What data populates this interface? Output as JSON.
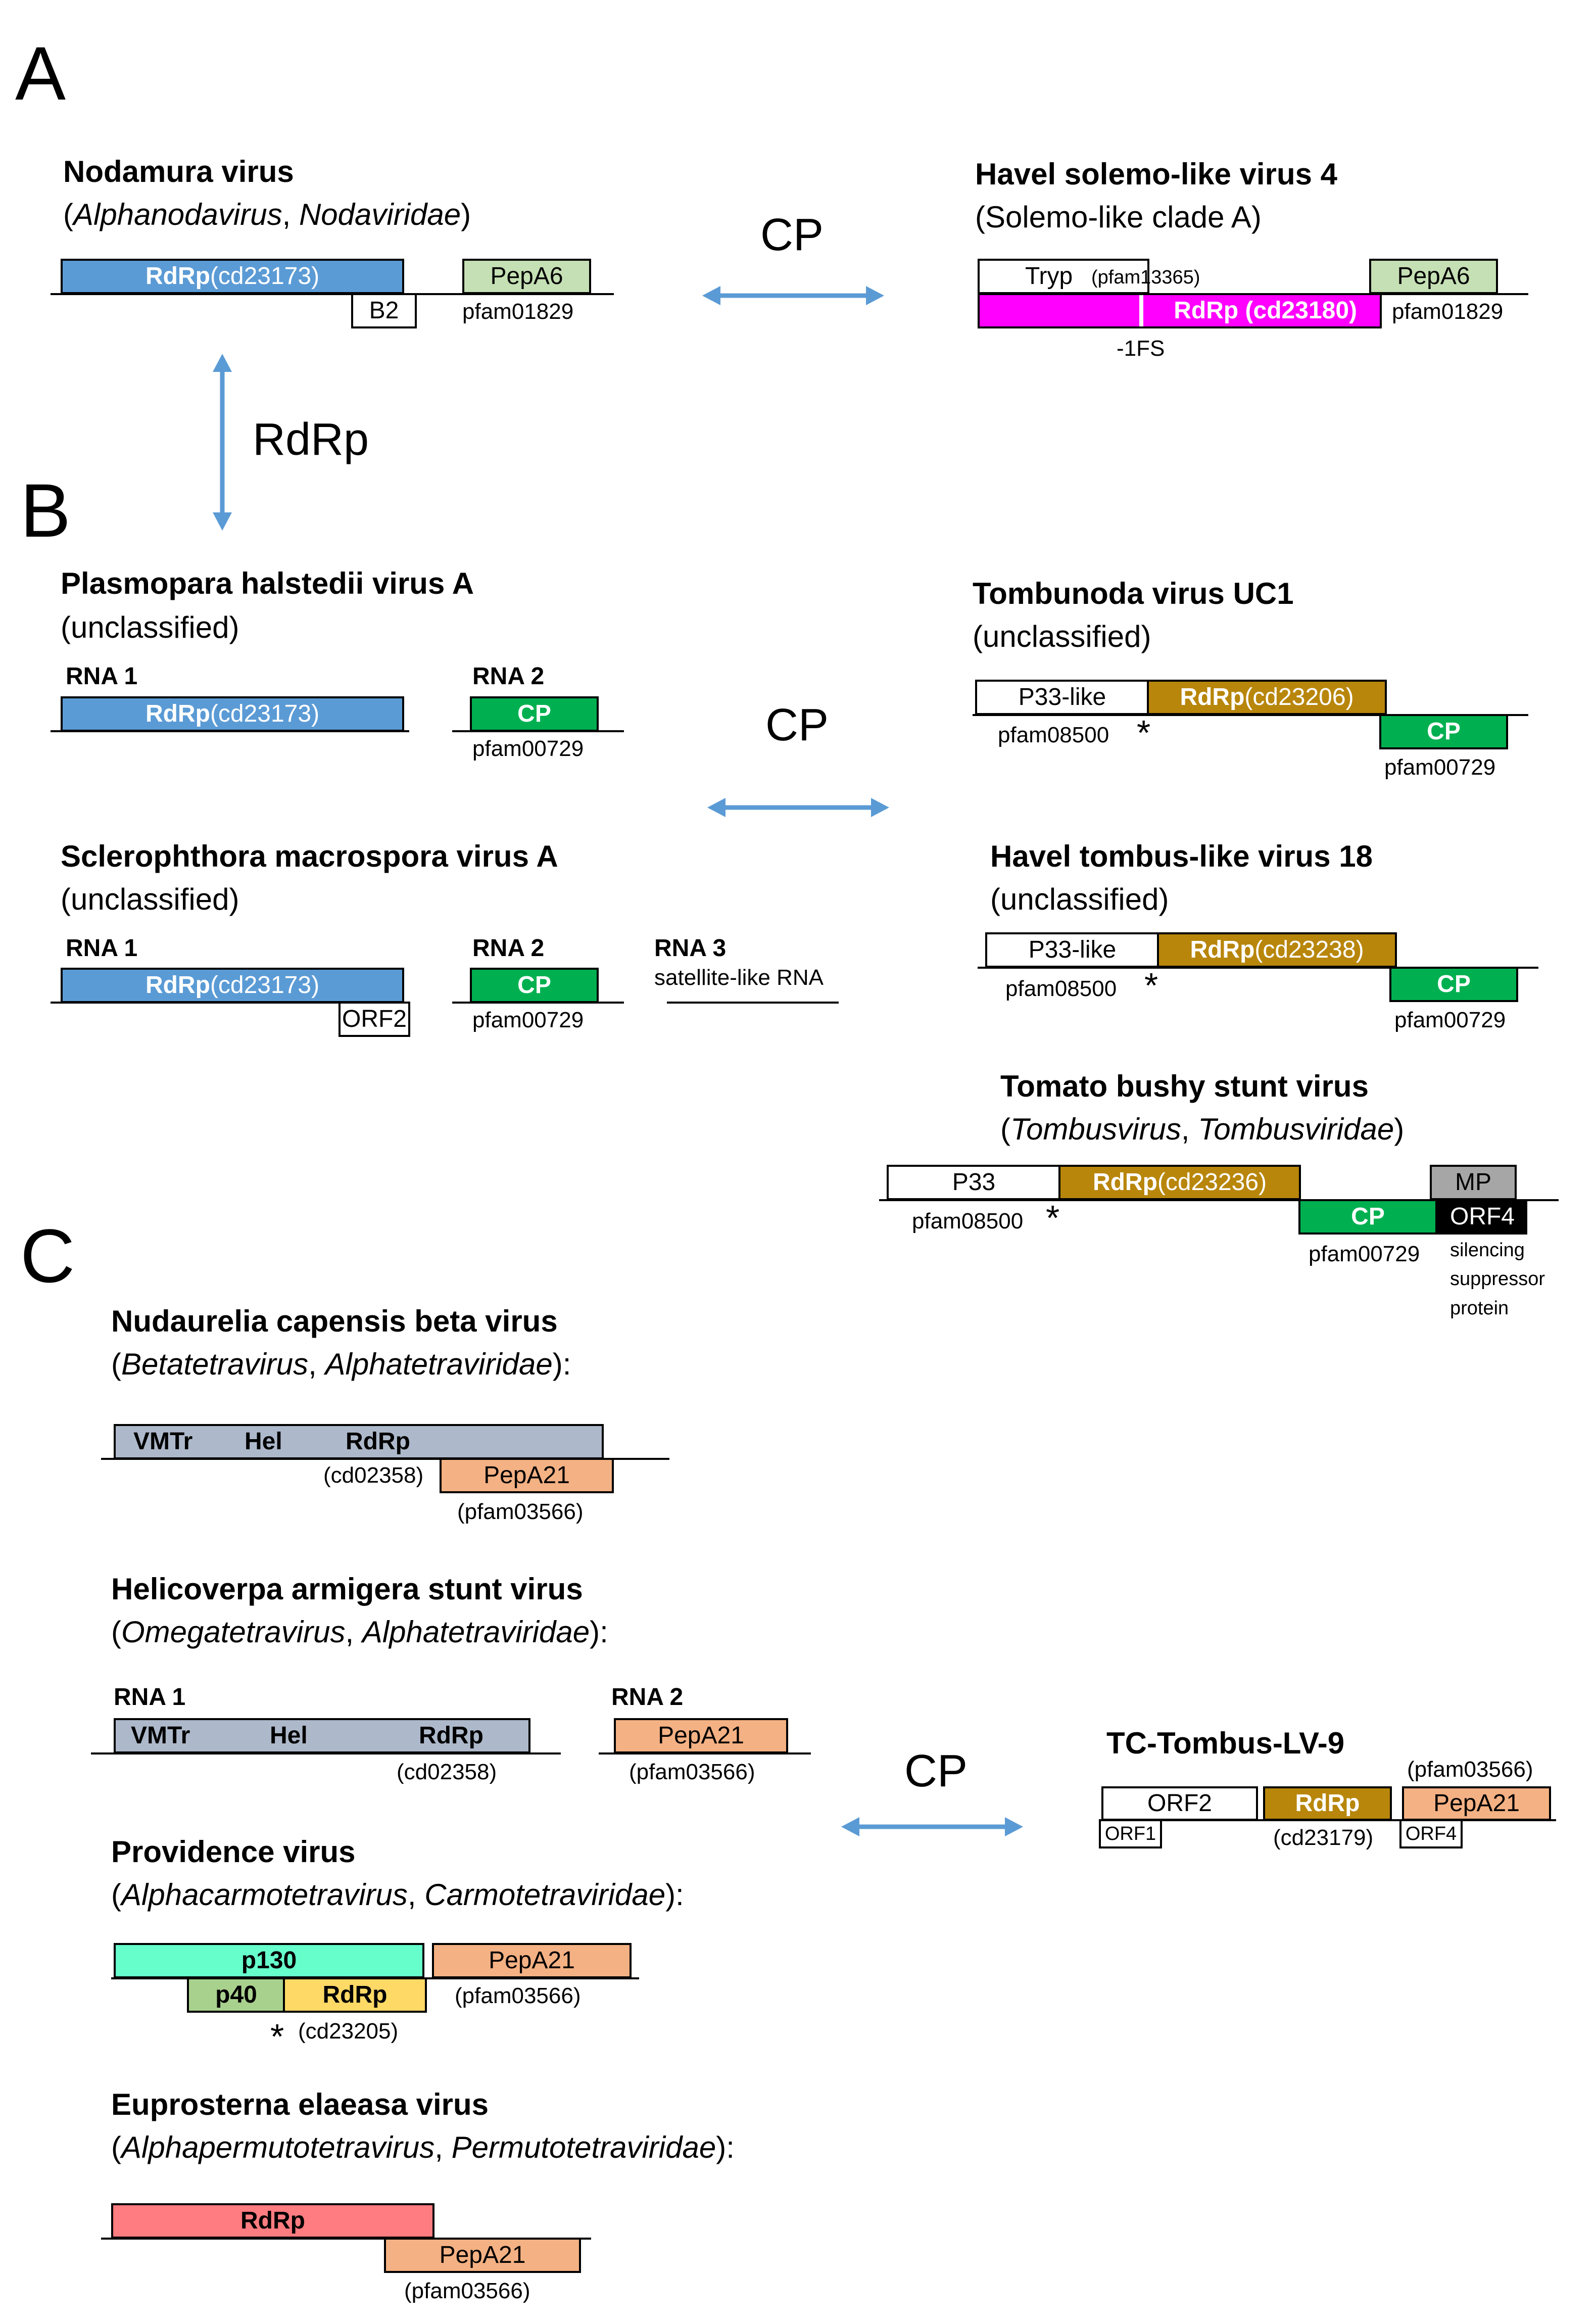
{
  "panels": {
    "a": "A",
    "b": "B",
    "c": "C"
  },
  "arrows": {
    "cp": "CP",
    "rdrp": "RdRp"
  },
  "colors": {
    "rdrp_blue": "#5b9bd5",
    "cp_green": "#00b050",
    "pepA6": "#c5e0b4",
    "magenta": "#ff00ff",
    "gold": "#b8860b",
    "grey": "#a6a6a6",
    "slate": "#adb9ca",
    "salmon": "#f4b183",
    "aquamarine": "#66ffcc",
    "olive_green": "#a9d18e",
    "yellow": "#ffd966",
    "red": "#ff7c80",
    "arrow": "#5b9bd5"
  },
  "panel_a": {
    "nodamura": {
      "name": "Nodamura virus",
      "tax_1": "(",
      "tax_genus": "Alphanodavirus",
      "tax_sep": ", ",
      "tax_family": "Nodaviridae",
      "tax_2": ")",
      "rdrp": "RdRp",
      "rdrp_id": " (cd23173)",
      "b2": "B2",
      "pep": "PepA6",
      "pep_id": "pfam01829"
    },
    "havel4": {
      "name": "Havel solemo-like virus 4",
      "tax": "(Solemo-like clade A)",
      "tryp": "Tryp",
      "tryp_id": "(pfam13365)",
      "rdrp": "RdRp (cd23180)",
      "pep": "PepA6",
      "pep_id": "pfam01829",
      "fs": "-1FS"
    }
  },
  "panel_b": {
    "plasmopara": {
      "name": "Plasmopara halstedii virus A",
      "tax": "(unclassified)",
      "rna1": "RNA 1",
      "rna2": "RNA 2",
      "rdrp": "RdRp",
      "rdrp_id": " (cd23173)",
      "cp": "CP",
      "cp_id": "pfam00729"
    },
    "sclerophthora": {
      "name": "Sclerophthora macrospora virus A",
      "tax": "(unclassified)",
      "rna1": "RNA 1",
      "rna2": "RNA 2",
      "rna3": "RNA 3",
      "sat": "satellite-like RNA",
      "rdrp": "RdRp",
      "rdrp_id": " (cd23173)",
      "orf2": "ORF2",
      "cp": "CP",
      "cp_id": "pfam00729"
    },
    "tombunoda": {
      "name": "Tombunoda virus UC1",
      "tax": "(unclassified)",
      "p33": "P33-like",
      "rdrp": "RdRp",
      "rdrp_id": " (cd23206)",
      "p33_id": "pfam08500",
      "star": "*",
      "cp": "CP",
      "cp_id": "pfam00729"
    },
    "havel18": {
      "name": "Havel tombus-like virus 18",
      "tax": "(unclassified)",
      "p33": "P33-like",
      "rdrp": "RdRp",
      "rdrp_id": " (cd23238)",
      "p33_id": "pfam08500",
      "star": "*",
      "cp": "CP",
      "cp_id": "pfam00729"
    },
    "tbsv": {
      "name": "Tomato bushy stunt virus",
      "tax_1": "(",
      "tax_genus": "Tombusvirus",
      "tax_sep": ", ",
      "tax_family": "Tombusviridae",
      "tax_2": ")",
      "p33": "P33",
      "rdrp": "RdRp",
      "rdrp_id": " (cd23236)",
      "mp": "MP",
      "orf4": "ORF4",
      "p33_id": "pfam08500",
      "star": "*",
      "cp": "CP",
      "cp_id": "pfam00729",
      "ss1": "silencing",
      "ss2": "suppressor",
      "ss3": "protein"
    }
  },
  "panel_c": {
    "nudaurelia": {
      "name": "Nudaurelia capensis beta virus",
      "tax_1": "(",
      "tax_genus": "Betatetravirus",
      "tax_sep": ", ",
      "tax_family": "Alphatetraviridae",
      "tax_2": "):",
      "vmtr": "VMTr",
      "hel": "Hel",
      "rdrp": "RdRp",
      "rdrp_id": "(cd02358)",
      "pep": "PepA21",
      "pep_id": "(pfam03566)"
    },
    "helicoverpa": {
      "name": "Helicoverpa armigera stunt virus",
      "tax_1": "(",
      "tax_genus": "Omegatetravirus",
      "tax_sep": ", ",
      "tax_family": "Alphatetraviridae",
      "tax_2": "):",
      "rna1": "RNA 1",
      "rna2": "RNA 2",
      "vmtr": "VMTr",
      "hel": "Hel",
      "rdrp": "RdRp",
      "rdrp_id": "(cd02358)",
      "pep": "PepA21",
      "pep_id": "(pfam03566)"
    },
    "providence": {
      "name": "Providence virus",
      "tax_1": "(",
      "tax_genus": "Alphacarmotetravirus",
      "tax_sep": ", ",
      "tax_family": "Carmotetraviridae",
      "tax_2": "):",
      "p130": "p130",
      "p40": "p40",
      "rdrp": "RdRp",
      "star": "*",
      "rdrp_id": "(cd23205)",
      "pep": "PepA21",
      "pep_id": "(pfam03566)"
    },
    "euprosterna": {
      "name": "Euprosterna elaeasa virus",
      "tax_1": "(",
      "tax_genus": "Alphapermutotetravirus",
      "tax_sep": ", ",
      "tax_family": "Permutotetraviridae",
      "tax_2": "):",
      "rdrp": "RdRp",
      "pep": "PepA21",
      "pep_id": "(pfam03566)"
    },
    "tc_tombus": {
      "name": "TC-Tombus-LV-9",
      "orf2": "ORF2",
      "rdrp": "RdRp",
      "pep": "PepA21",
      "pep_id": "(pfam03566)",
      "orf1": "ORF1",
      "rdrp_id": "(cd23179)",
      "orf4": "ORF4"
    }
  }
}
